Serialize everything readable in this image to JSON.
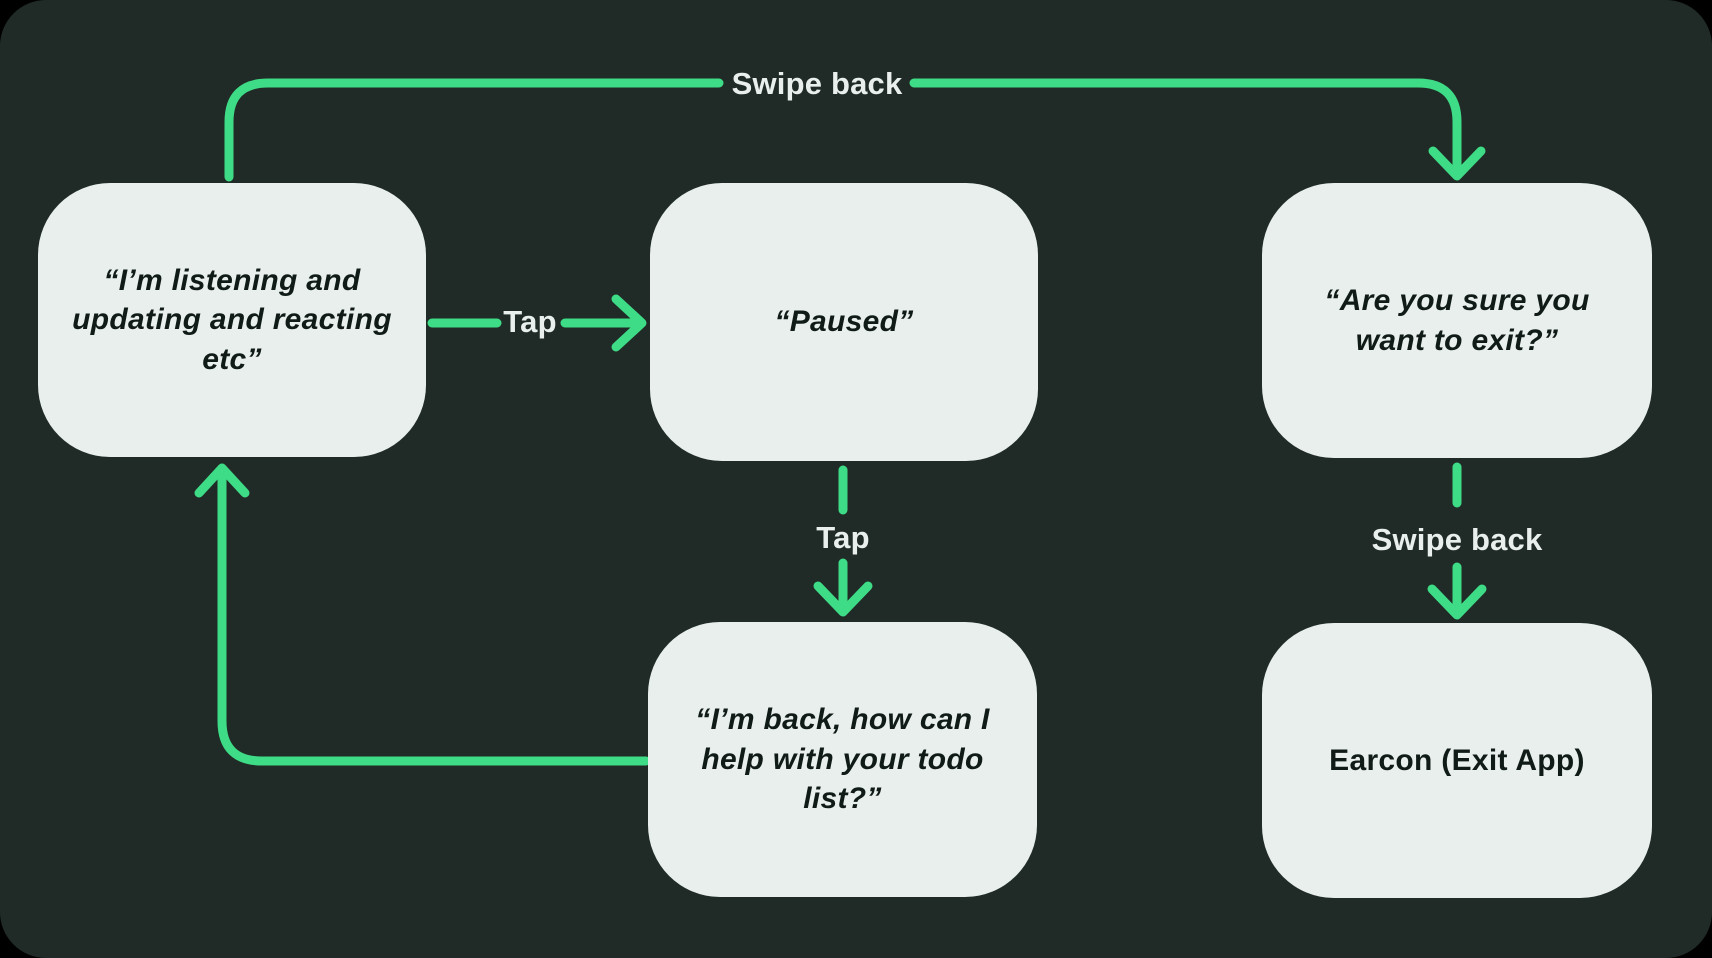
{
  "diagram_title": "voice-assistant-state-flow",
  "colors": {
    "background": "#000000",
    "panel": "#202B27",
    "accent": "#3EDC86",
    "node_fill": "#E8EFEC",
    "node_text": "#101B17",
    "label_text": "#E9EFEC"
  },
  "nodes": [
    {
      "id": "listening",
      "text": "“I’m listening and\nupdating and reacting\netc”"
    },
    {
      "id": "paused",
      "text": "“Paused”"
    },
    {
      "id": "exit-confirm",
      "text": "“Are you sure you\nwant to exit?”"
    },
    {
      "id": "back-help",
      "text": "“I’m back, how can I\nhelp with your todo\nlist?”"
    },
    {
      "id": "earcon-exit",
      "text": "Earcon (Exit App)"
    }
  ],
  "edges": [
    {
      "id": "swipe-back-top",
      "from": "listening",
      "to": "exit-confirm",
      "label": "Swipe back"
    },
    {
      "id": "tap-pause",
      "from": "listening",
      "to": "paused",
      "label": "Tap"
    },
    {
      "id": "tap-resume",
      "from": "paused",
      "to": "back-help",
      "label": "Tap"
    },
    {
      "id": "swipe-back-exit",
      "from": "exit-confirm",
      "to": "earcon-exit",
      "label": "Swipe back"
    },
    {
      "id": "loop-back",
      "from": "back-help",
      "to": "listening",
      "label": ""
    }
  ]
}
